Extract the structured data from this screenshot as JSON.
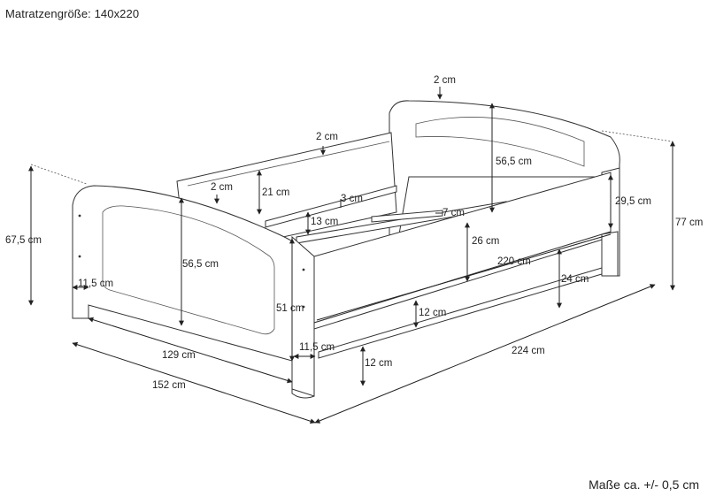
{
  "header": {
    "title": "Matratzengröße: 140x220"
  },
  "footer": {
    "note": "Maße ca. +/- 0,5 cm"
  },
  "dimensions": {
    "headboard_top_thickness": "2 cm",
    "side_upper_thickness": "2 cm",
    "footboard_top_thickness": "2 cm",
    "headboard_panel_height": "56,5 cm",
    "footboard_panel_height": "56,5 cm",
    "side_panel_height": "21 cm",
    "slat_thickness": "3 cm",
    "slat_width": "7 cm",
    "inner_clearance": "13 cm",
    "side_rail_height": "29,5 cm",
    "side_rail_to_floor": "26 cm",
    "total_height": "77 cm",
    "footboard_height": "67,5 cm",
    "footboard_post_width": "11,5 cm",
    "post_height": "51 cm",
    "post_width_front": "11,5 cm",
    "inner_width": "129 cm",
    "outer_width": "152 cm",
    "inner_length": "220 cm",
    "outer_length": "224 cm",
    "rail_height_floor": "24 cm",
    "underbed_rail": "12 cm",
    "floor_clearance": "12 cm"
  }
}
